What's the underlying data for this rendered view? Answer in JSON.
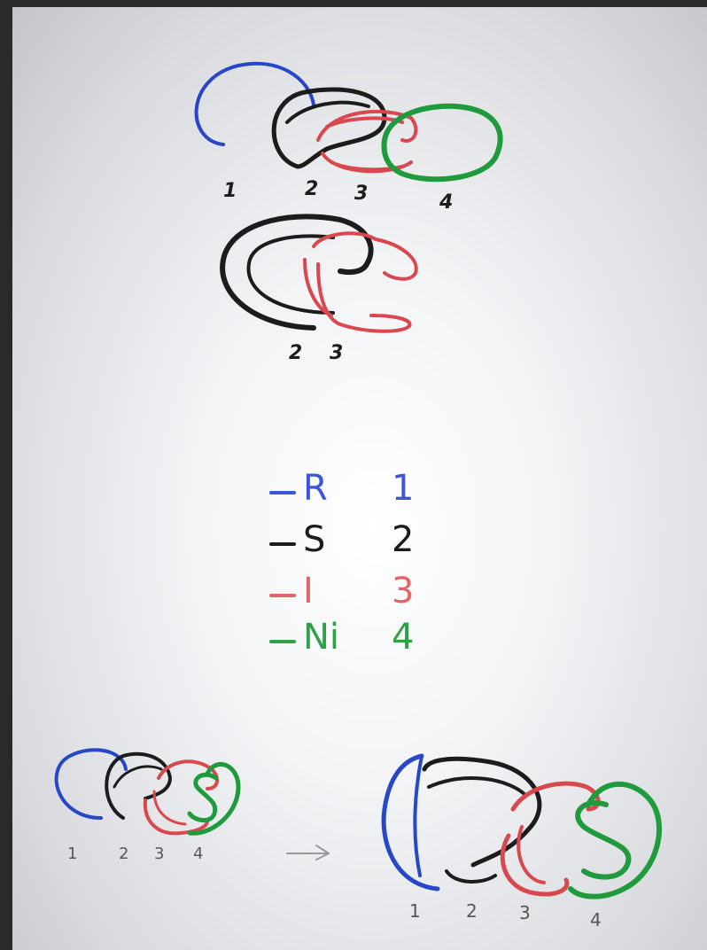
{
  "colors": {
    "ring_1": "#2846c8",
    "ring_2": "#1c1c1c",
    "ring_3": "#d8484e",
    "ring_4": "#1f9a3c"
  },
  "top_diagram": {
    "labels": [
      "1",
      "2",
      "3",
      "4"
    ]
  },
  "middle_diagram": {
    "labels": [
      "2",
      "3"
    ]
  },
  "legend": [
    {
      "symbol": "R",
      "number": "1",
      "color": "#3a55d6"
    },
    {
      "symbol": "S",
      "number": "2",
      "color": "#1c1c1c"
    },
    {
      "symbol": "I",
      "number": "3",
      "color": "#e06468"
    },
    {
      "symbol": "Ni",
      "number": "4",
      "color": "#2fa048"
    }
  ],
  "bottom_left_diagram": {
    "labels": [
      "1",
      "2",
      "3",
      "4"
    ]
  },
  "arrow": "-->",
  "bottom_right_diagram": {
    "labels": [
      "1",
      "2",
      "3",
      "4"
    ]
  }
}
